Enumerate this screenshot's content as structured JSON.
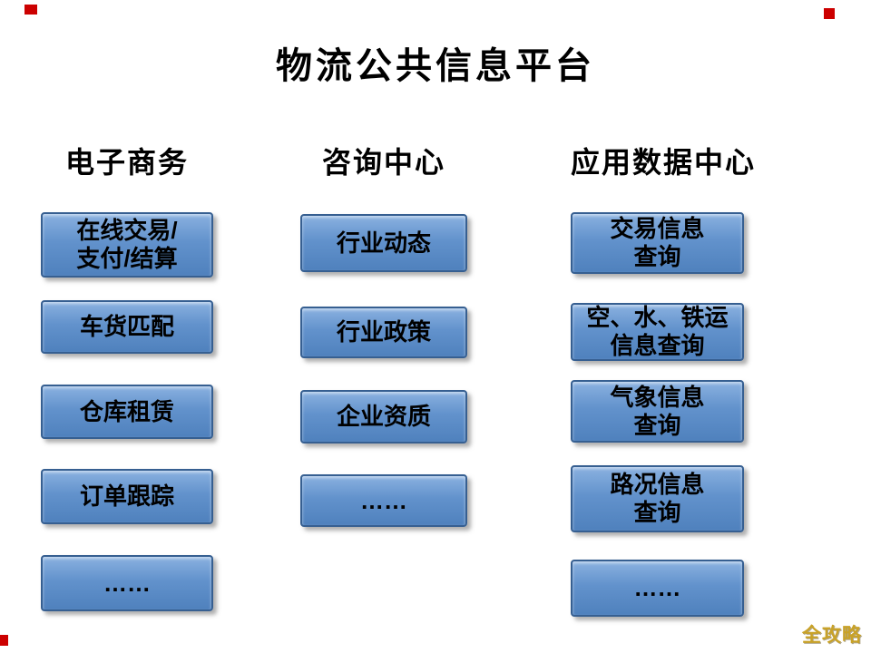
{
  "title": "物流公共信息平台",
  "watermark": "全攻略",
  "colors": {
    "box_fill_top": "#8AB1E0",
    "box_fill_bottom": "#4F81BD",
    "box_border": "#365F91",
    "text": "#000000",
    "watermark": "#C9A227",
    "corner_marker": "#CC0000",
    "background": "#FFFFFF"
  },
  "columns": [
    {
      "header": "电子商务",
      "items": [
        "在线交易/\n支付/结算",
        "车货匹配",
        "仓库租赁",
        "订单跟踪",
        "……"
      ]
    },
    {
      "header": "咨询中心",
      "items": [
        "行业动态",
        "行业政策",
        "企业资质",
        "……"
      ]
    },
    {
      "header": "应用数据中心",
      "items": [
        "交易信息\n查询",
        "空、水、铁运\n信息查询",
        "气象信息\n查询",
        "路况信息\n查询",
        "……"
      ]
    }
  ]
}
